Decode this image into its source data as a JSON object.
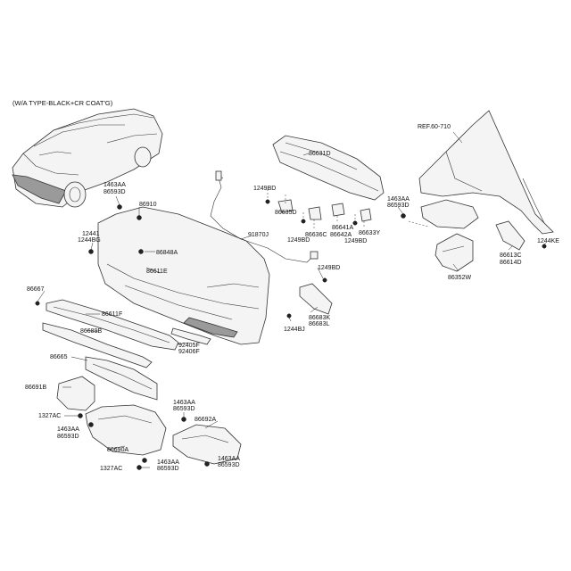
{
  "header": {
    "title": "(W/A TYPE-BLACK+CR COAT'G)"
  },
  "labels": {
    "p1463aa_a": "1463AA",
    "p86593d_a": "86593D",
    "p86910": "86910",
    "p12441": "12441",
    "p1244bg": "1244BG",
    "p86848a": "86848A",
    "p86611e": "86611E",
    "p86667": "86667",
    "p86611f": "86611F",
    "p86689b": "86689B",
    "p86665": "86665",
    "p92405f": "92405F",
    "p92406f": "92406F",
    "p86691b": "86691B",
    "p1327ac_a": "1327AC",
    "p1463aa_b": "1463AA",
    "p86593d_b": "86593D",
    "p1463aa_c": "1463AA",
    "p86593d_c": "86593D",
    "p86690a": "86690A",
    "p1327ac_b": "1327AC",
    "p1463aa_d": "1463AA",
    "p86593d_d": "86593D",
    "p86692a": "86692A",
    "p1463aa_e": "1463AA",
    "p86593d_e": "86593D",
    "p86631d": "86631D",
    "p1249bd_a": "1249BD",
    "p86635d": "86635D",
    "p86636c": "86636C",
    "p86642a": "86642A",
    "p86641a": "86641A",
    "p1249bd_b": "1249BD",
    "p1249bd_c": "1249BD",
    "p86633y": "86633Y",
    "p1463aa_f": "1463AA",
    "p86593d_f": "86593D",
    "p91870j": "91870J",
    "p1249bd_d": "1249BD",
    "p86683k": "86683K",
    "p86683l": "86683L",
    "p1244bj": "1244BJ",
    "ref": "REF.60-710",
    "p86613c": "86613C",
    "p86614d": "86614D",
    "p1244ke": "1244KE",
    "p86352w": "86352W"
  }
}
